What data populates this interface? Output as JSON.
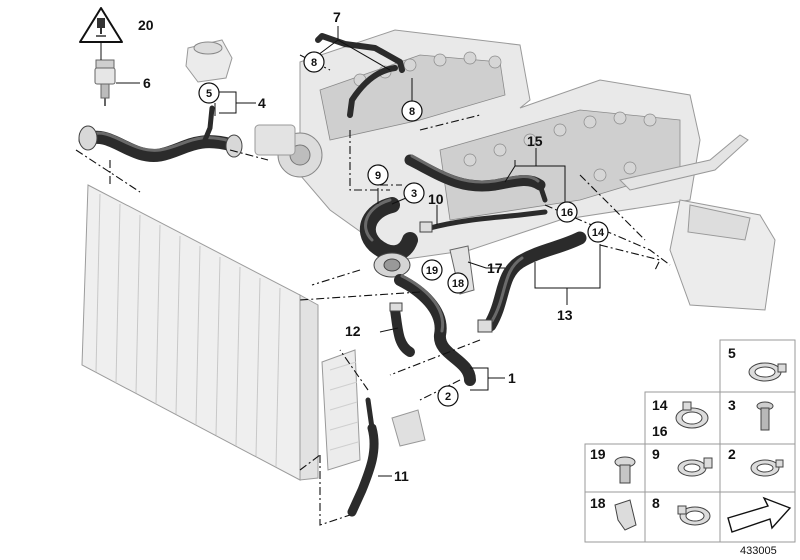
{
  "diagram": {
    "callouts": {
      "c1": "1",
      "c2": "2",
      "c3": "3",
      "c4": "4",
      "c5": "5",
      "c6": "6",
      "c7": "7",
      "c8a": "8",
      "c8b": "8",
      "c9": "9",
      "c10": "10",
      "c11": "11",
      "c12": "12",
      "c13": "13",
      "c14": "14",
      "c15": "15",
      "c16": "16",
      "c17": "17",
      "c18": "18",
      "c19": "19",
      "c20": "20"
    },
    "parts_grid": {
      "p5": "5",
      "p14": "14",
      "p16": "16",
      "p3": "3",
      "p19": "19",
      "p9": "9",
      "p2": "2",
      "p18": "18",
      "p8": "8"
    },
    "document_number": "433005",
    "colors": {
      "hose": "#2b2b2b",
      "line": "#111111",
      "part_fill": "#e9e9e9"
    }
  }
}
